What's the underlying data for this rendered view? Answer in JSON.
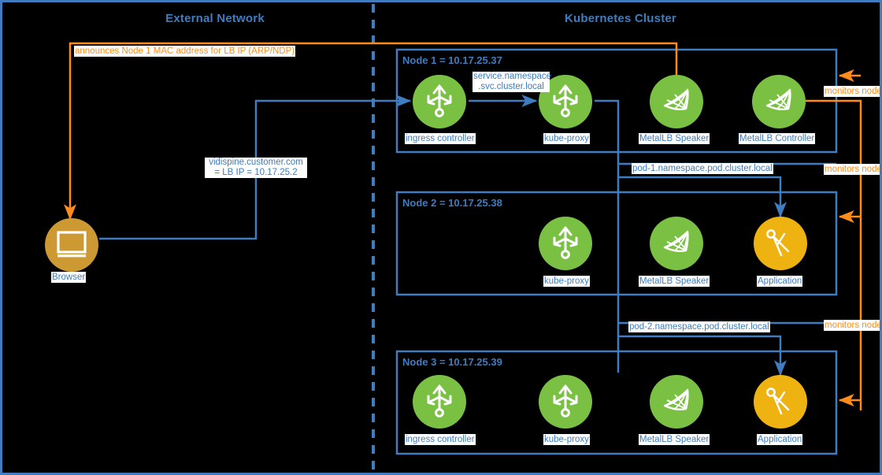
{
  "zones": [
    {
      "id": "external-network",
      "title": "External Network"
    },
    {
      "id": "kubernetes-cluster",
      "title": "Kubernetes Cluster"
    }
  ],
  "nodes": [
    {
      "id": "node-1",
      "title": "Node 1 = 10.17.25.37"
    },
    {
      "id": "node-2",
      "title": "Node 2 = 10.17.25.38"
    },
    {
      "id": "node-3",
      "title": "Node 3 = 10.17.25.39"
    }
  ],
  "icons": {
    "browser": {
      "label": "Browser",
      "kind": "browser-icon",
      "color": "#cc9933"
    },
    "ingress_controller": {
      "label": "ingress controller",
      "kind": "kube-proxy-icon",
      "color": "#7ac143"
    },
    "kube_proxy": {
      "label": "kube-proxy",
      "kind": "kube-proxy-icon",
      "color": "#7ac143"
    },
    "metallb_speaker": {
      "label": "MetalLB Speaker",
      "kind": "metallb-icon",
      "color": "#7ac143"
    },
    "metallb_controller": {
      "label": "MetalLB Controller",
      "kind": "metallb-icon",
      "color": "#7ac143"
    },
    "application": {
      "label": "Application",
      "kind": "compass-icon",
      "color": "#eeb211"
    }
  },
  "node_1_icons": [
    {
      "label": "ingress controller"
    },
    {
      "label": "kube-proxy"
    },
    {
      "label": "MetalLB Speaker"
    },
    {
      "label": "MetalLB Controller"
    }
  ],
  "node_2_icons": [
    {
      "label": "kube-proxy"
    },
    {
      "label": "MetalLB Speaker"
    },
    {
      "label": "Application"
    }
  ],
  "node_3_icons": [
    {
      "label": "ingress controller"
    },
    {
      "label": "kube-proxy"
    },
    {
      "label": "MetalLB Speaker"
    },
    {
      "label": "Application"
    }
  ],
  "edge_labels": {
    "arp_announce": "announces Node 1 MAC address for LB IP (ARP/NDP)",
    "lb_ip_line1": "vidispine.customer.com",
    "lb_ip_line2": "= LB IP = 10.17.25.2",
    "svc_dns_line1": "service.namespace",
    "svc_dns_line2": ".svc.cluster.local",
    "pod1_dns": "pod-1.namespace.pod.cluster.local",
    "pod2_dns": "pod-2.namespace.pod.cluster.local",
    "monitors_node_1": "monitors node",
    "monitors_node_2": "monitors node",
    "monitors_node_3": "monitors node"
  },
  "colors": {
    "blue": "#3f7cc0",
    "orange": "#ff8c1a",
    "green": "#7ac143",
    "gold": "#eeb211",
    "bronze": "#cc9933",
    "background": "#000000"
  }
}
